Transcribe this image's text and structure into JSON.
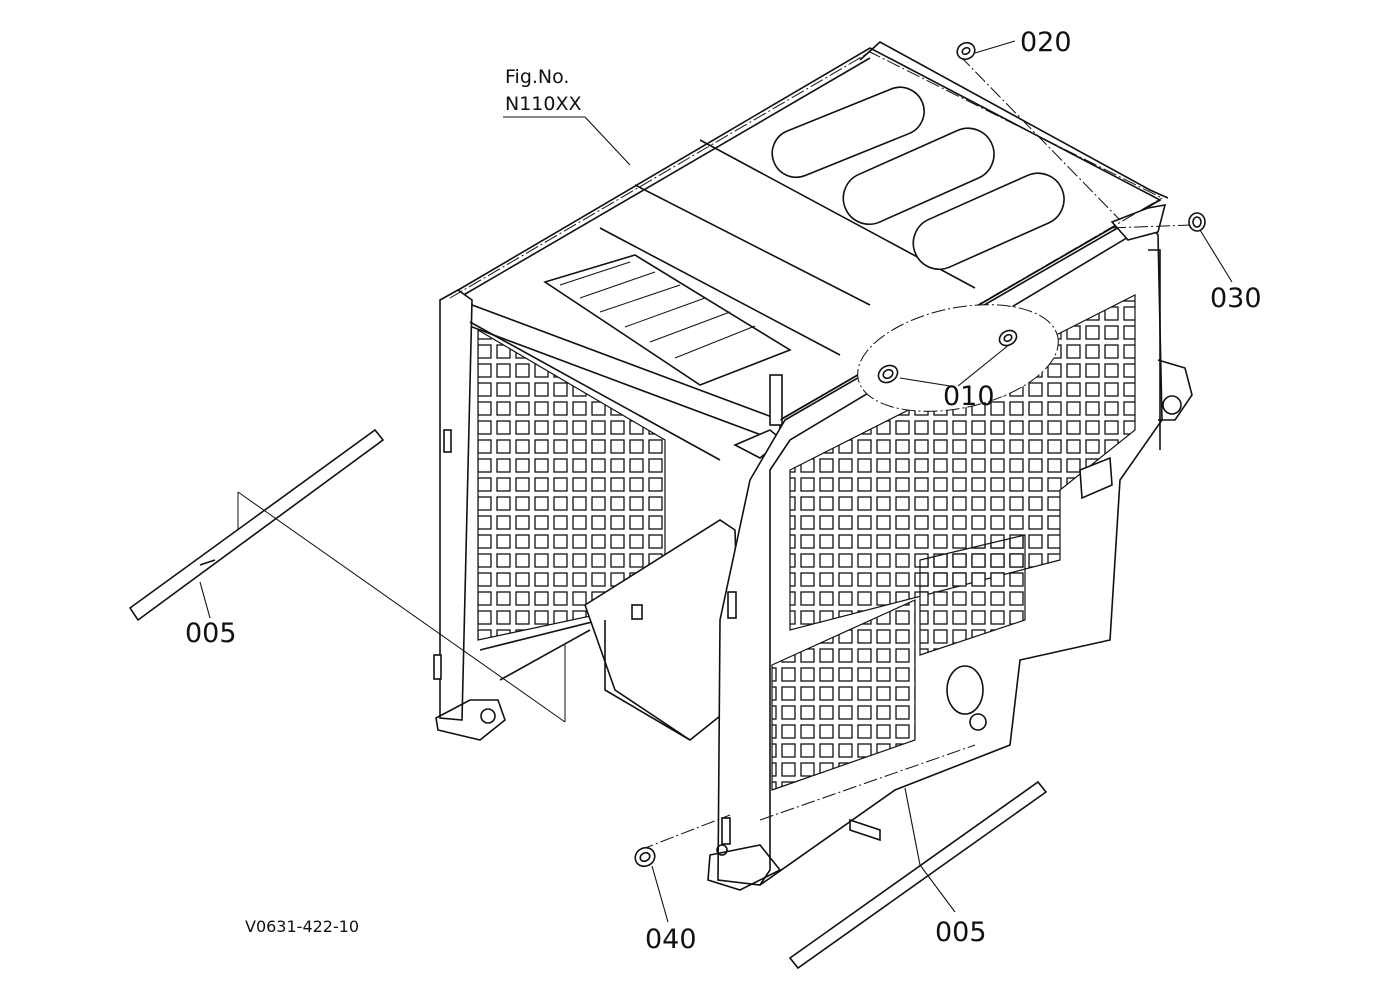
{
  "fig_ref": {
    "line1": "Fig.No.",
    "line2": "N110XX"
  },
  "callouts": {
    "p010": "010",
    "p020": "020",
    "p030": "030",
    "p040": "040",
    "p005_left": "005",
    "p005_right": "005"
  },
  "document_id": "V0631-422-10"
}
